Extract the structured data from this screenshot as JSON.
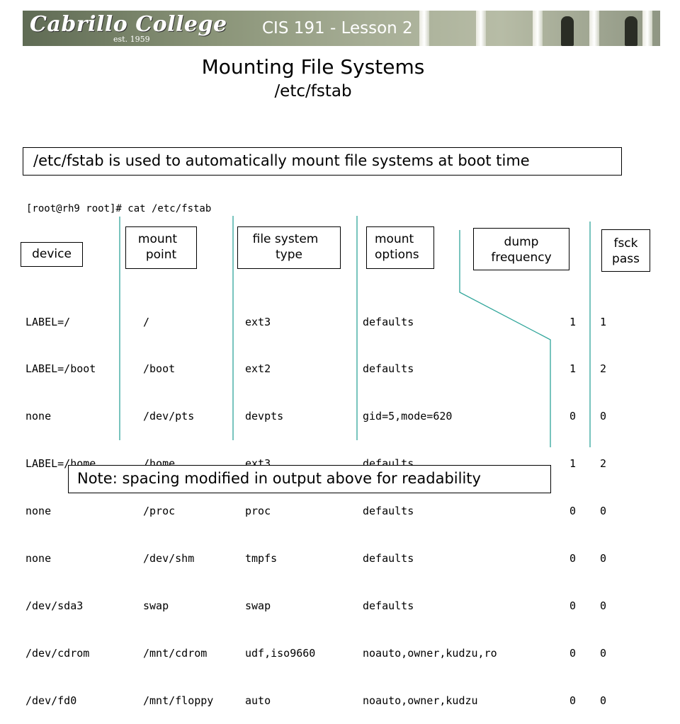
{
  "header": {
    "logo_text": "Cabrillo College",
    "logo_est": "est. 1959",
    "course": "CIS 191 - Lesson 2"
  },
  "title": "Mounting File Systems",
  "subtitle": "/etc/fstab",
  "intro": "/etc/fstab is used to automatically mount file systems at boot time",
  "command": "[root@rh9 root]# cat /etc/fstab",
  "labels": {
    "device": "device",
    "mount_point_1": "mount",
    "mount_point_2": "point",
    "fs_type_1": "file system",
    "fs_type_2": "type",
    "mount_options_1": "mount",
    "mount_options_2": "options",
    "dump_1": "dump",
    "dump_2": "frequency",
    "fsck_1": "fsck",
    "fsck_2": "pass"
  },
  "fstab": {
    "devices": [
      "LABEL=/",
      "LABEL=/boot",
      "none",
      "LABEL=/home",
      "none",
      "none",
      "/dev/sda3",
      "/dev/cdrom",
      "/dev/fd0"
    ],
    "mount_points": [
      "/",
      "/boot",
      "/dev/pts",
      "/home",
      "/proc",
      "/dev/shm",
      "swap",
      "/mnt/cdrom",
      "/mnt/floppy"
    ],
    "types": [
      "ext3",
      "ext2",
      "devpts",
      "ext3",
      "proc",
      "tmpfs",
      "swap",
      "udf,iso9660",
      "auto"
    ],
    "options": [
      "defaults",
      "defaults",
      "gid=5,mode=620",
      "defaults",
      "defaults",
      "defaults",
      "defaults",
      "noauto,owner,kudzu,ro",
      "noauto,owner,kudzu"
    ],
    "dump": [
      "1",
      "1",
      "0",
      "1",
      "0",
      "0",
      "0",
      "0",
      "0"
    ],
    "fsck": [
      "1",
      "2",
      "0",
      "2",
      "0",
      "0",
      "0",
      "0",
      "0"
    ]
  },
  "note": "Note: spacing modified in output above for readability",
  "colors": {
    "line": "#2fa59a"
  }
}
